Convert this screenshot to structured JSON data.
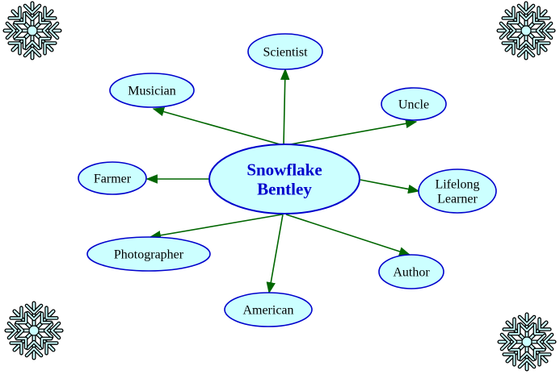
{
  "diagram": {
    "center": {
      "lines": [
        "Snowflake",
        "Bentley"
      ]
    },
    "nodes": [
      {
        "id": "scientist",
        "lines": [
          "Scientist"
        ]
      },
      {
        "id": "musician",
        "lines": [
          "Musician"
        ]
      },
      {
        "id": "uncle",
        "lines": [
          "Uncle"
        ]
      },
      {
        "id": "farmer",
        "lines": [
          "Farmer"
        ]
      },
      {
        "id": "lifelong",
        "lines": [
          "Lifelong",
          "Learner"
        ]
      },
      {
        "id": "photographer",
        "lines": [
          "Photographer"
        ]
      },
      {
        "id": "author",
        "lines": [
          "Author"
        ]
      },
      {
        "id": "american",
        "lines": [
          "American"
        ]
      }
    ],
    "colors": {
      "node_fill": "#ccffff",
      "node_stroke": "#0000cc",
      "arrow": "#006600",
      "center_text": "#0000cc",
      "snowflake_stroke": "#000000",
      "snowflake_fill": "#ccffff"
    },
    "decorations": [
      "snowflake-icon",
      "snowflake-icon",
      "snowflake-icon",
      "snowflake-icon"
    ]
  }
}
